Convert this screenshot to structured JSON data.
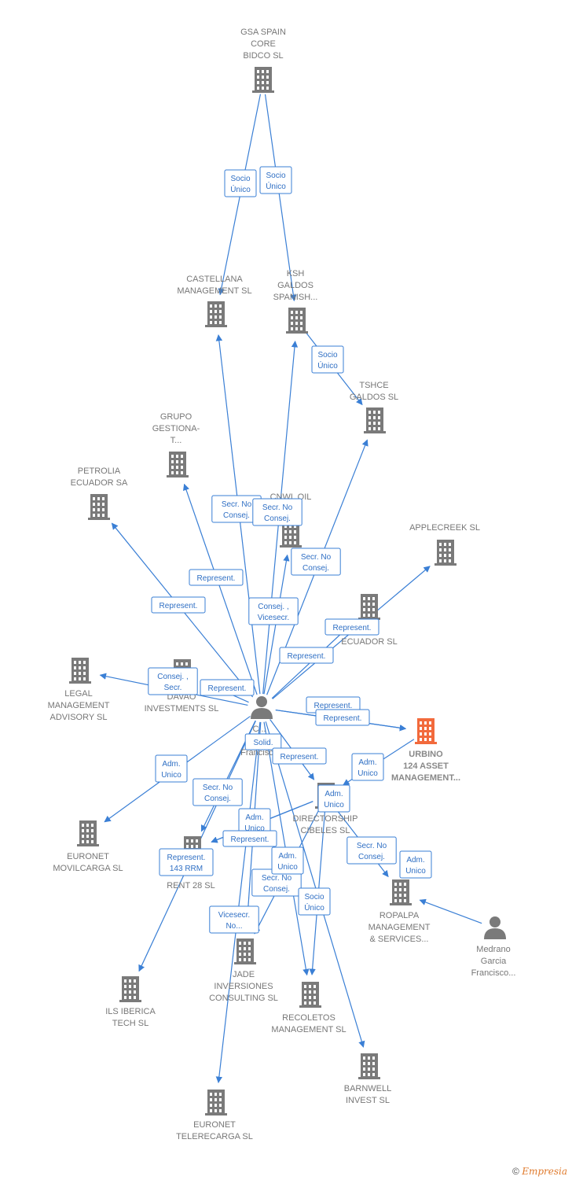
{
  "colors": {
    "edge": "#3a7fd5",
    "company": "#7a7a7a",
    "focus": "#f26a3c",
    "person": "#7a7a7a"
  },
  "nodes": [
    {
      "id": "gsa",
      "type": "company",
      "label": [
        "GSA SPAIN",
        "CORE",
        "BIDCO  SL"
      ]
    },
    {
      "id": "castellana",
      "type": "company",
      "label": [
        "CASTELLANA",
        "MANAGEMENT SL"
      ]
    },
    {
      "id": "ksh",
      "type": "company",
      "label": [
        "KSH",
        "GALDOS",
        "SPANISH..."
      ]
    },
    {
      "id": "tshce",
      "type": "company",
      "label": [
        "TSHCE",
        "GALDOS  SL"
      ]
    },
    {
      "id": "grupo",
      "type": "company",
      "label": [
        "GRUPO",
        "GESTIONA-",
        "T..."
      ]
    },
    {
      "id": "petrolia",
      "type": "company",
      "label": [
        "PETROLIA",
        "ECUADOR SA"
      ]
    },
    {
      "id": "cnwl",
      "type": "company",
      "label": [
        "CNWL OIL",
        "SA"
      ]
    },
    {
      "id": "applecreek",
      "type": "company",
      "label": [
        "APPLECREEK SL"
      ]
    },
    {
      "id": "ecuador",
      "type": "company",
      "label": [
        "ECUADOR  SL"
      ]
    },
    {
      "id": "legal",
      "type": "company",
      "label": [
        "LEGAL",
        "MANAGEMENT",
        "ADVISORY  SL"
      ]
    },
    {
      "id": "davao",
      "type": "company",
      "label": [
        "DAVAO",
        "INVESTMENTS SL"
      ]
    },
    {
      "id": "person",
      "type": "person",
      "label": [
        "C...",
        "Fr...",
        "Francisco"
      ]
    },
    {
      "id": "urbino",
      "type": "focus",
      "label": [
        "URBINO",
        "124 ASSET",
        "MANAGEMENT..."
      ]
    },
    {
      "id": "directorship",
      "type": "company",
      "label": [
        "DIRECTORSHIP",
        "CIBELES SL"
      ]
    },
    {
      "id": "euronetmovil",
      "type": "company",
      "label": [
        "EURONET",
        "MOVILCARGA SL"
      ]
    },
    {
      "id": "rent28",
      "type": "company",
      "label": [
        "RENT 28  SL"
      ]
    },
    {
      "id": "ropalpa",
      "type": "company",
      "label": [
        "ROPALPA",
        "MANAGEMENT",
        "& SERVICES..."
      ]
    },
    {
      "id": "medrano",
      "type": "person",
      "label": [
        "Medrano",
        "Garcia",
        "Francisco..."
      ]
    },
    {
      "id": "jade",
      "type": "company",
      "label": [
        "JADE",
        "INVERSIONES",
        "CONSULTING SL"
      ]
    },
    {
      "id": "ils",
      "type": "company",
      "label": [
        "ILS IBERICA",
        "TECH  SL"
      ]
    },
    {
      "id": "recoletos",
      "type": "company",
      "label": [
        "RECOLETOS",
        "MANAGEMENT SL"
      ]
    },
    {
      "id": "barnwell",
      "type": "company",
      "label": [
        "BARNWELL",
        "INVEST  SL"
      ]
    },
    {
      "id": "euronettele",
      "type": "company",
      "label": [
        "EURONET",
        "TELERECARGA SL"
      ]
    }
  ],
  "edges": [
    {
      "from": "gsa",
      "to": "castellana",
      "label": [
        "Socio",
        "Único"
      ]
    },
    {
      "from": "gsa",
      "to": "ksh",
      "label": [
        "Socio",
        "Único"
      ]
    },
    {
      "from": "ksh",
      "to": "tshce",
      "label": [
        "Socio",
        "Único"
      ]
    },
    {
      "from": "person",
      "to": "castellana",
      "label": [
        "Secr.  No",
        "Consej."
      ]
    },
    {
      "from": "person",
      "to": "ksh",
      "label": [
        "Secr.  No",
        "Consej."
      ]
    },
    {
      "from": "person",
      "to": "cnwl",
      "label": [
        "Secr.  No",
        "Consej."
      ]
    },
    {
      "from": "person",
      "to": "tshce",
      "label": [
        "Represent."
      ]
    },
    {
      "from": "person",
      "to": "grupo",
      "label": [
        "Represent."
      ]
    },
    {
      "from": "person",
      "to": "petrolia",
      "label": [
        "Consej. ,",
        "Vicesecr."
      ]
    },
    {
      "from": "person",
      "to": "applecreek",
      "label": [
        "Represent."
      ]
    },
    {
      "from": "person",
      "to": "ecuador",
      "label": [
        "Consej. ,",
        "Secr."
      ]
    },
    {
      "from": "person",
      "to": "legal",
      "label": [
        "Represent."
      ]
    },
    {
      "from": "person",
      "to": "davao",
      "label": [
        "Represent."
      ]
    },
    {
      "from": "person",
      "to": "urbino",
      "label": [
        "Represent."
      ]
    },
    {
      "from": "person",
      "to": "urbino",
      "label": [
        "Solid."
      ]
    },
    {
      "from": "person",
      "to": "directorship",
      "label": [
        "Adm.",
        "Unico"
      ]
    },
    {
      "from": "person",
      "to": "euronetmovil",
      "label": [
        "Secr.  No",
        "Consej."
      ]
    },
    {
      "from": "person",
      "to": "rent28",
      "label": [
        "Represent.",
        "143 RRM"
      ]
    },
    {
      "from": "person",
      "to": "ils",
      "label": [
        "Vicesecr.",
        "No..."
      ]
    },
    {
      "from": "person",
      "to": "jade",
      "label": [
        "Secr.  No",
        "Consej."
      ]
    },
    {
      "from": "person",
      "to": "euronettele",
      "label": [
        "Adm.",
        "Unico"
      ]
    },
    {
      "from": "person",
      "to": "recoletos",
      "label": [
        "Secr.  No",
        "Consej."
      ]
    },
    {
      "from": "person",
      "to": "barnwell",
      "label": [
        "Represent."
      ]
    },
    {
      "from": "directorship",
      "to": "rent28",
      "label": [
        "Adm.",
        "Unico"
      ]
    },
    {
      "from": "directorship",
      "to": "ropalpa",
      "label": [
        "Adm.",
        "Unico"
      ]
    },
    {
      "from": "directorship",
      "to": "jade",
      "label": [
        "Adm.",
        "Unico"
      ]
    },
    {
      "from": "urbino",
      "to": "directorship",
      "label": [
        "Adm.",
        "Unico"
      ]
    },
    {
      "from": "directorship",
      "to": "recoletos",
      "label": [
        "Represent."
      ]
    },
    {
      "from": "medrano",
      "to": "ropalpa",
      "label": [
        "Socio",
        "Único"
      ]
    },
    {
      "from": "directorship",
      "to": "rent28",
      "label": [
        "Represent."
      ]
    }
  ],
  "footer": {
    "symbol": "©",
    "brand": "Empresia"
  }
}
